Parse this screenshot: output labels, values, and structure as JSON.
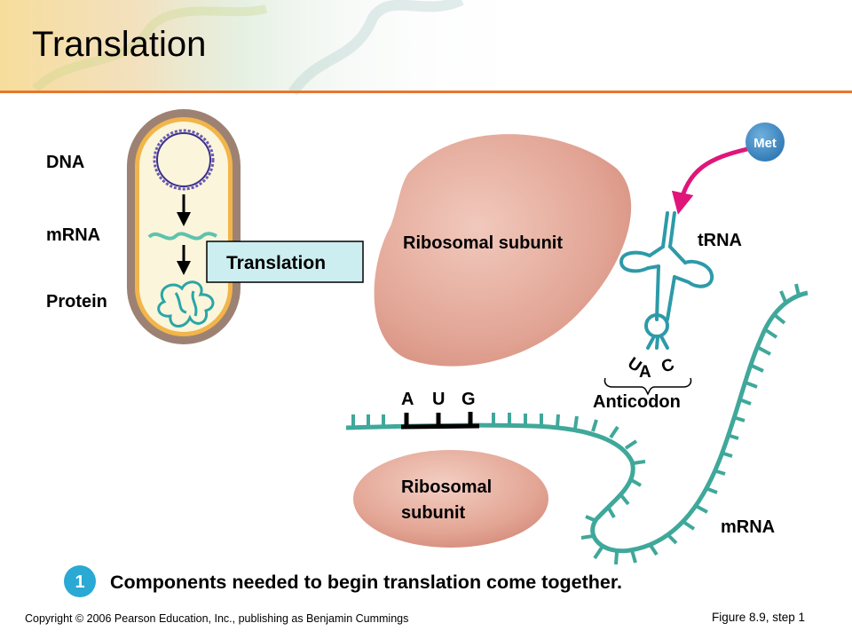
{
  "slide": {
    "title": "Translation",
    "copyright": "Copyright © 2006 Pearson Education, Inc., publishing as Benjamin Cummings",
    "figure_ref": "Figure 8.9, step 1"
  },
  "inset": {
    "dna_label": "DNA",
    "mrna_label": "mRNA",
    "protein_label": "Protein",
    "translation_box_label": "Translation"
  },
  "main": {
    "ribosome_large_label": "Ribosomal subunit",
    "ribosome_small_label_line1": "Ribosomal",
    "ribosome_small_label_line2": "subunit",
    "met_label": "Met",
    "trna_label": "tRNA",
    "anticodon_u": "U",
    "anticodon_a": "A",
    "anticodon_c": "C",
    "anticodon_label": "Anticodon",
    "codon_a": "A",
    "codon_u": "U",
    "codon_g": "G",
    "mrna_label": "mRNA"
  },
  "step": {
    "number": "1",
    "caption": "Components needed to begin translation come together."
  },
  "colors": {
    "teal": "#3fa89a",
    "trna": "#2d9aa8",
    "ribosome": "#e2a89a",
    "met": "#3b87c2",
    "arrow_magenta": "#e0157a",
    "orange_rule": "#e8762e",
    "translation_box": "#cdeef0"
  }
}
